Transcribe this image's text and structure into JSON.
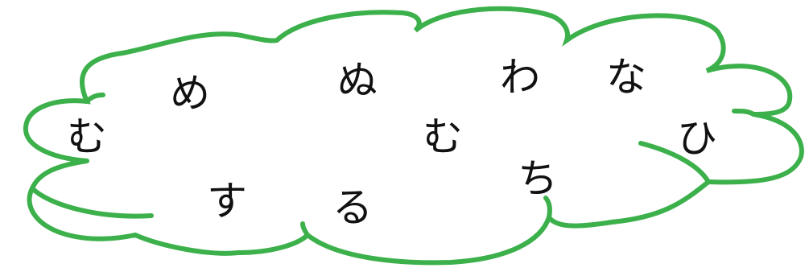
{
  "cloud": {
    "stroke_color": "#3cb04a",
    "fill_color": "#ffffff"
  },
  "kana": [
    {
      "char": "む"
    },
    {
      "char": "め"
    },
    {
      "char": "ぬ"
    },
    {
      "char": "わ"
    },
    {
      "char": "な"
    },
    {
      "char": "む"
    },
    {
      "char": "ひ"
    },
    {
      "char": "す"
    },
    {
      "char": "る"
    },
    {
      "char": "ち"
    }
  ]
}
